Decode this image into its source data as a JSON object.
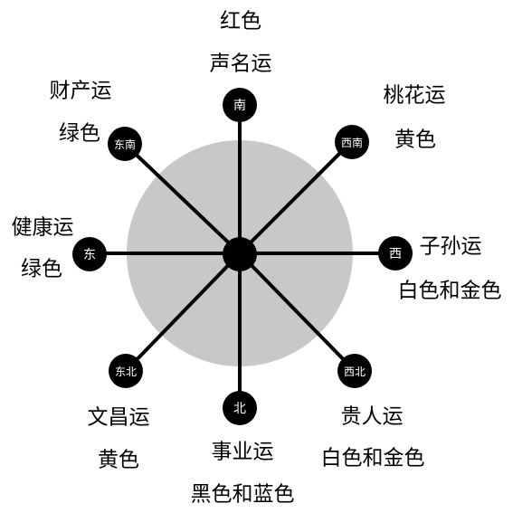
{
  "colors": {
    "disc": "#c8c8c8",
    "spoke": "#000000",
    "node": "#000000",
    "node_text": "#ffffff",
    "label": "#000000"
  },
  "center": {
    "name": ""
  },
  "directions": [
    {
      "key": "south",
      "node": "南",
      "fortune": "声名运",
      "color": "红色"
    },
    {
      "key": "southwest",
      "node": "西南",
      "fortune": "桃花运",
      "color": "黄色"
    },
    {
      "key": "west",
      "node": "西",
      "fortune": "子孙运",
      "color": "白色和金色"
    },
    {
      "key": "northwest",
      "node": "西北",
      "fortune": "贵人运",
      "color": "白色和金色"
    },
    {
      "key": "north",
      "node": "北",
      "fortune": "事业运",
      "color": "黑色和蓝色"
    },
    {
      "key": "northeast",
      "node": "东北",
      "fortune": "文昌运",
      "color": "黄色"
    },
    {
      "key": "east",
      "node": "东",
      "fortune": "健康运",
      "color": "绿色"
    },
    {
      "key": "southeast",
      "node": "东南",
      "fortune": "财产运",
      "color": "绿色"
    }
  ]
}
